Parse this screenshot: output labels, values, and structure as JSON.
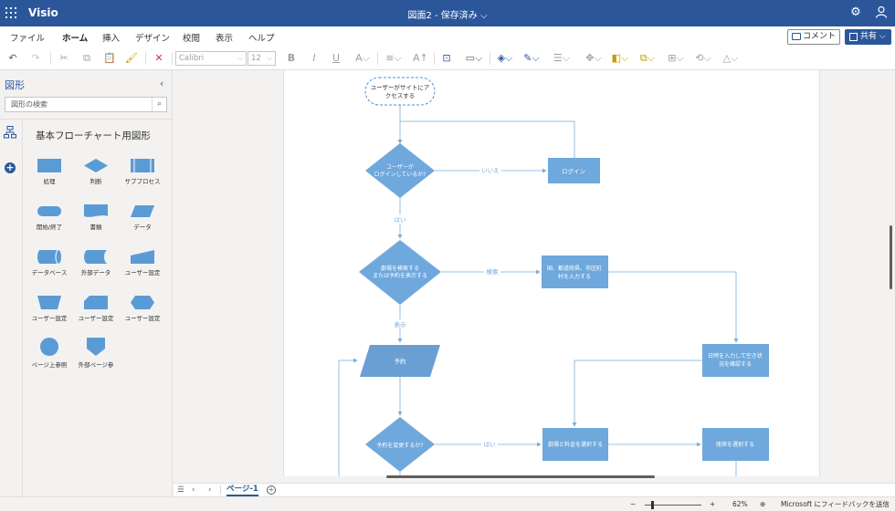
{
  "app": {
    "name": "Visio",
    "doc_title": "図面2 - 保存済み ⌵"
  },
  "ribbon": {
    "tabs": [
      {
        "label": "ファイル",
        "active": false
      },
      {
        "label": "ホーム",
        "active": true
      },
      {
        "label": "挿入",
        "active": false
      },
      {
        "label": "デザイン",
        "active": false
      },
      {
        "label": "校閲",
        "active": false
      },
      {
        "label": "表示",
        "active": false
      },
      {
        "label": "ヘルプ",
        "active": false
      }
    ],
    "comment_label": "コメント",
    "share_label": "共有 ⌵"
  },
  "toolbar": {
    "font_name": "Calibri",
    "font_size": "12"
  },
  "shapes_panel": {
    "title": "図形",
    "search_placeholder": "図形の検索",
    "stencil_title": "基本フローチャート用図形",
    "shapes": [
      {
        "label": "処理",
        "icon": "process-shape-icon"
      },
      {
        "label": "判断",
        "icon": "decision-shape-icon"
      },
      {
        "label": "サブプロセス",
        "icon": "subprocess-shape-icon"
      },
      {
        "label": "開始/終了",
        "icon": "start-end-shape-icon"
      },
      {
        "label": "書類",
        "icon": "document-shape-icon"
      },
      {
        "label": "データ",
        "icon": "data-shape-icon"
      },
      {
        "label": "データベース",
        "icon": "database-shape-icon"
      },
      {
        "label": "外部データ",
        "icon": "external-data-shape-icon"
      },
      {
        "label": "ユーザー設定",
        "icon": "manual-input-shape-icon"
      },
      {
        "label": "ユーザー設定",
        "icon": "manual-operation-shape-icon"
      },
      {
        "label": "ユーザー設定",
        "icon": "card-shape-icon"
      },
      {
        "label": "ユーザー設定",
        "icon": "preparation-shape-icon"
      },
      {
        "label": "ページ上参照",
        "icon": "on-page-reference-shape-icon"
      },
      {
        "label": "外部ページ参",
        "icon": "off-page-reference-shape-icon"
      }
    ]
  },
  "diagram": {
    "nodes": {
      "start_line1": "ユーザーがサイトにア",
      "start_line2": "クセスする",
      "logged_in_line1": "ユーザーが",
      "logged_in_line2": "ログインしているか?",
      "login": "ログイン",
      "search_line1": "劇場を検索する",
      "search_line2": "または予約を表示する",
      "enter_city_line1": "国、都道府県、市区町",
      "enter_city_line2": "村を入力する",
      "check_line1": "日時を入力して空き状",
      "check_line2": "況を確認する",
      "reservation": "予約",
      "change_q": "予約を変更するか?",
      "select_theater": "劇場と料金を選択する",
      "select_seat": "座席を選択する"
    },
    "edges": {
      "no": "いいえ",
      "yes1": "はい",
      "search": "検索",
      "display": "表示",
      "yes2": "はい"
    },
    "colors": {
      "shape_fill": "#6fa8dc",
      "shape_fill_alt": "#6a9fd4",
      "connector": "#7aaed9",
      "start_border": "#4a90d9"
    }
  },
  "page_bar": {
    "page_label": "ページ-1"
  },
  "status": {
    "zoom": "62%",
    "feedback": "Microsoft にフィードバックを送信"
  }
}
